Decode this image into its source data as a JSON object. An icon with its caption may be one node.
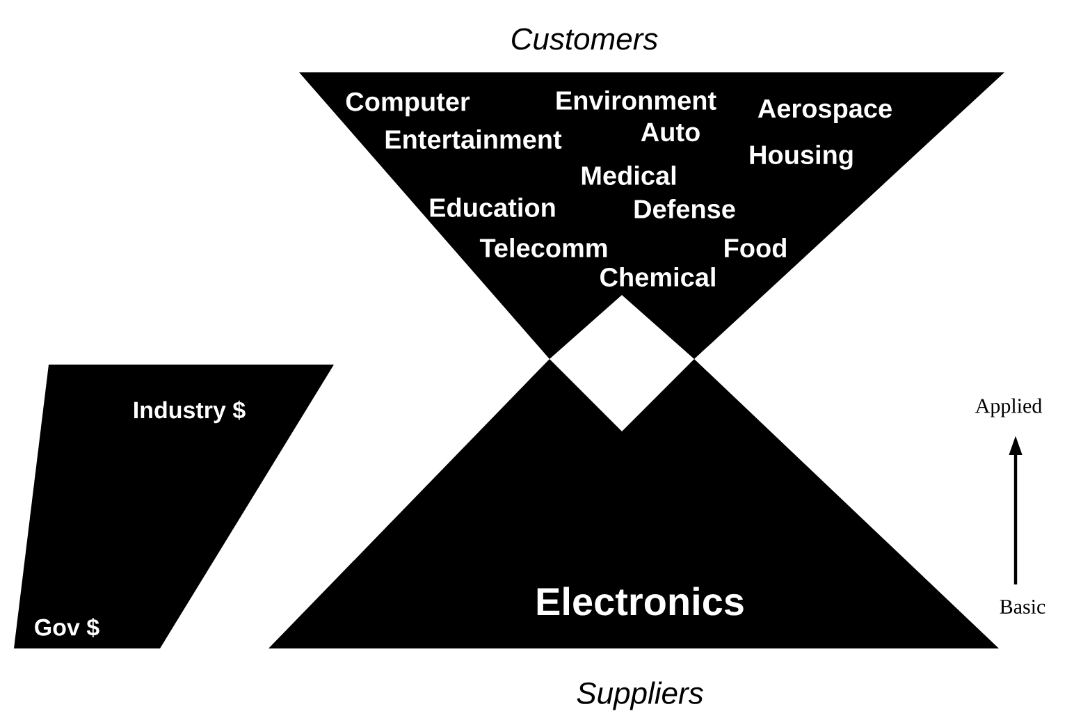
{
  "diagram": {
    "nodes": [
      {
        "text": [
          "Customers",
          "Computer",
          "Environment",
          "Aerospace",
          "Entertainment",
          "Auto",
          "Housing",
          "Medical",
          "Education",
          "Defense",
          "Telecomm",
          "Food",
          "Chemical"
        ]
      },
      {
        "text": [
          "Electronics",
          "Suppliers"
        ]
      },
      {
        "text": [
          "Industry $",
          "Gov $"
        ]
      }
    ],
    "labels": [
      "Applied",
      "Basic"
    ]
  }
}
